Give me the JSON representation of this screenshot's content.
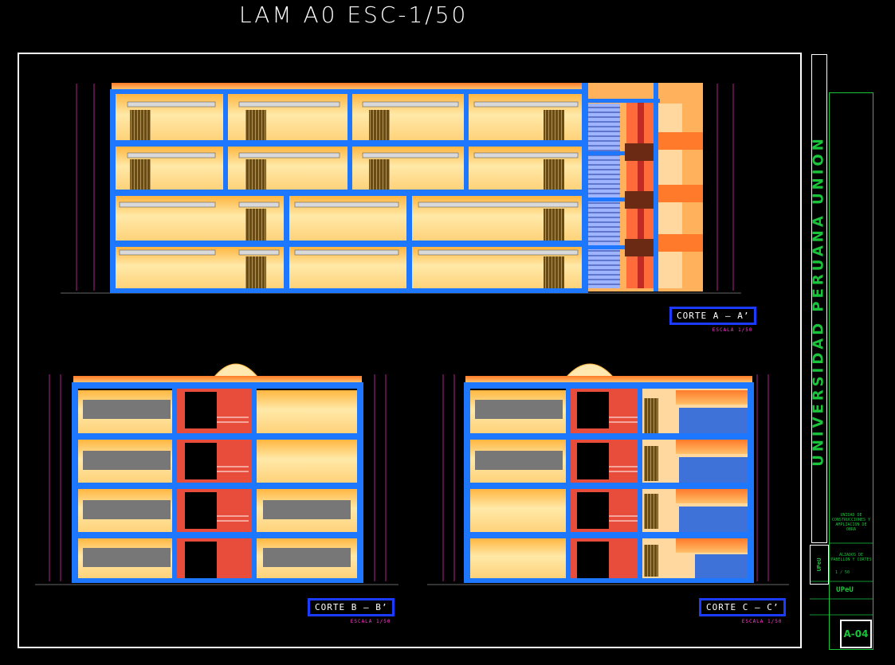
{
  "sheet": {
    "title": "LAM A0 ESC-1/50"
  },
  "sections": {
    "a": {
      "label": "CORTE A – A’",
      "scale": "ESCALA 1/50"
    },
    "b": {
      "label": "CORTE B – B’",
      "scale": "ESCALA 1/50"
    },
    "c": {
      "label": "CORTE C – C’",
      "scale": "ESCALA 1/50"
    }
  },
  "brand": {
    "vertical": "UNIVERSIDAD PERUANA UNION",
    "small": "UPeU",
    "logo": "UPeU"
  },
  "titleblock": {
    "unit": "UNIDAD DE CONSTRUCCIONES Y AMPLIACION DE OBRA",
    "sheet_desc": "ALZADOS DE PABELLON Y CORTES",
    "scale": "1 / 50",
    "code": "A-04"
  },
  "colors": {
    "structure": "#1e78ff",
    "room": "#ffe79a",
    "roof": "#f2a36a",
    "red_wall": "#e0403a",
    "dim": "#ff30c8",
    "brand": "#19c43a"
  }
}
